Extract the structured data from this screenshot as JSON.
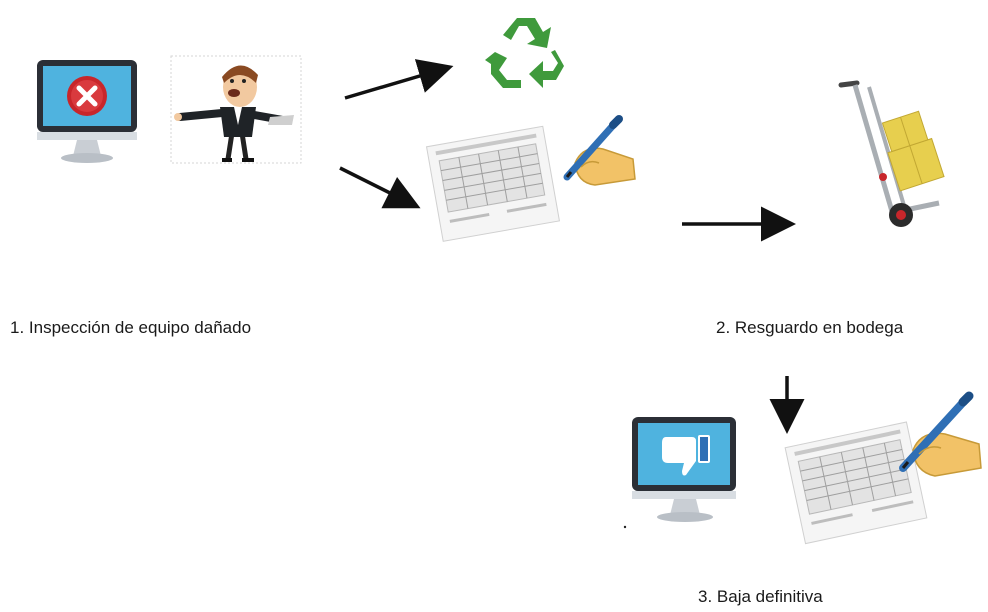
{
  "steps": [
    {
      "label": "1. Inspección de equipo dañado"
    },
    {
      "label": "2. Resguardo en bodega"
    },
    {
      "label": "3. Baja definitiva"
    }
  ],
  "icons": {
    "monitor_error": "monitor-error-icon",
    "inspector": "inspector-man-icon",
    "recycle": "recycle-icon",
    "document": "document-form-icon",
    "signing_hand": "hand-pen-icon",
    "hand_truck": "hand-truck-boxes-icon",
    "monitor_thumbs_down": "monitor-thumbs-down-icon"
  },
  "colors": {
    "recycle_green": "#3f9a3c",
    "error_red": "#c8262b",
    "screen_blue": "#4fb3df",
    "box_yellow": "#e7cf4e",
    "skin": "#f2c267",
    "pen_blue": "#2f6fb5",
    "arrow": "#111111"
  }
}
